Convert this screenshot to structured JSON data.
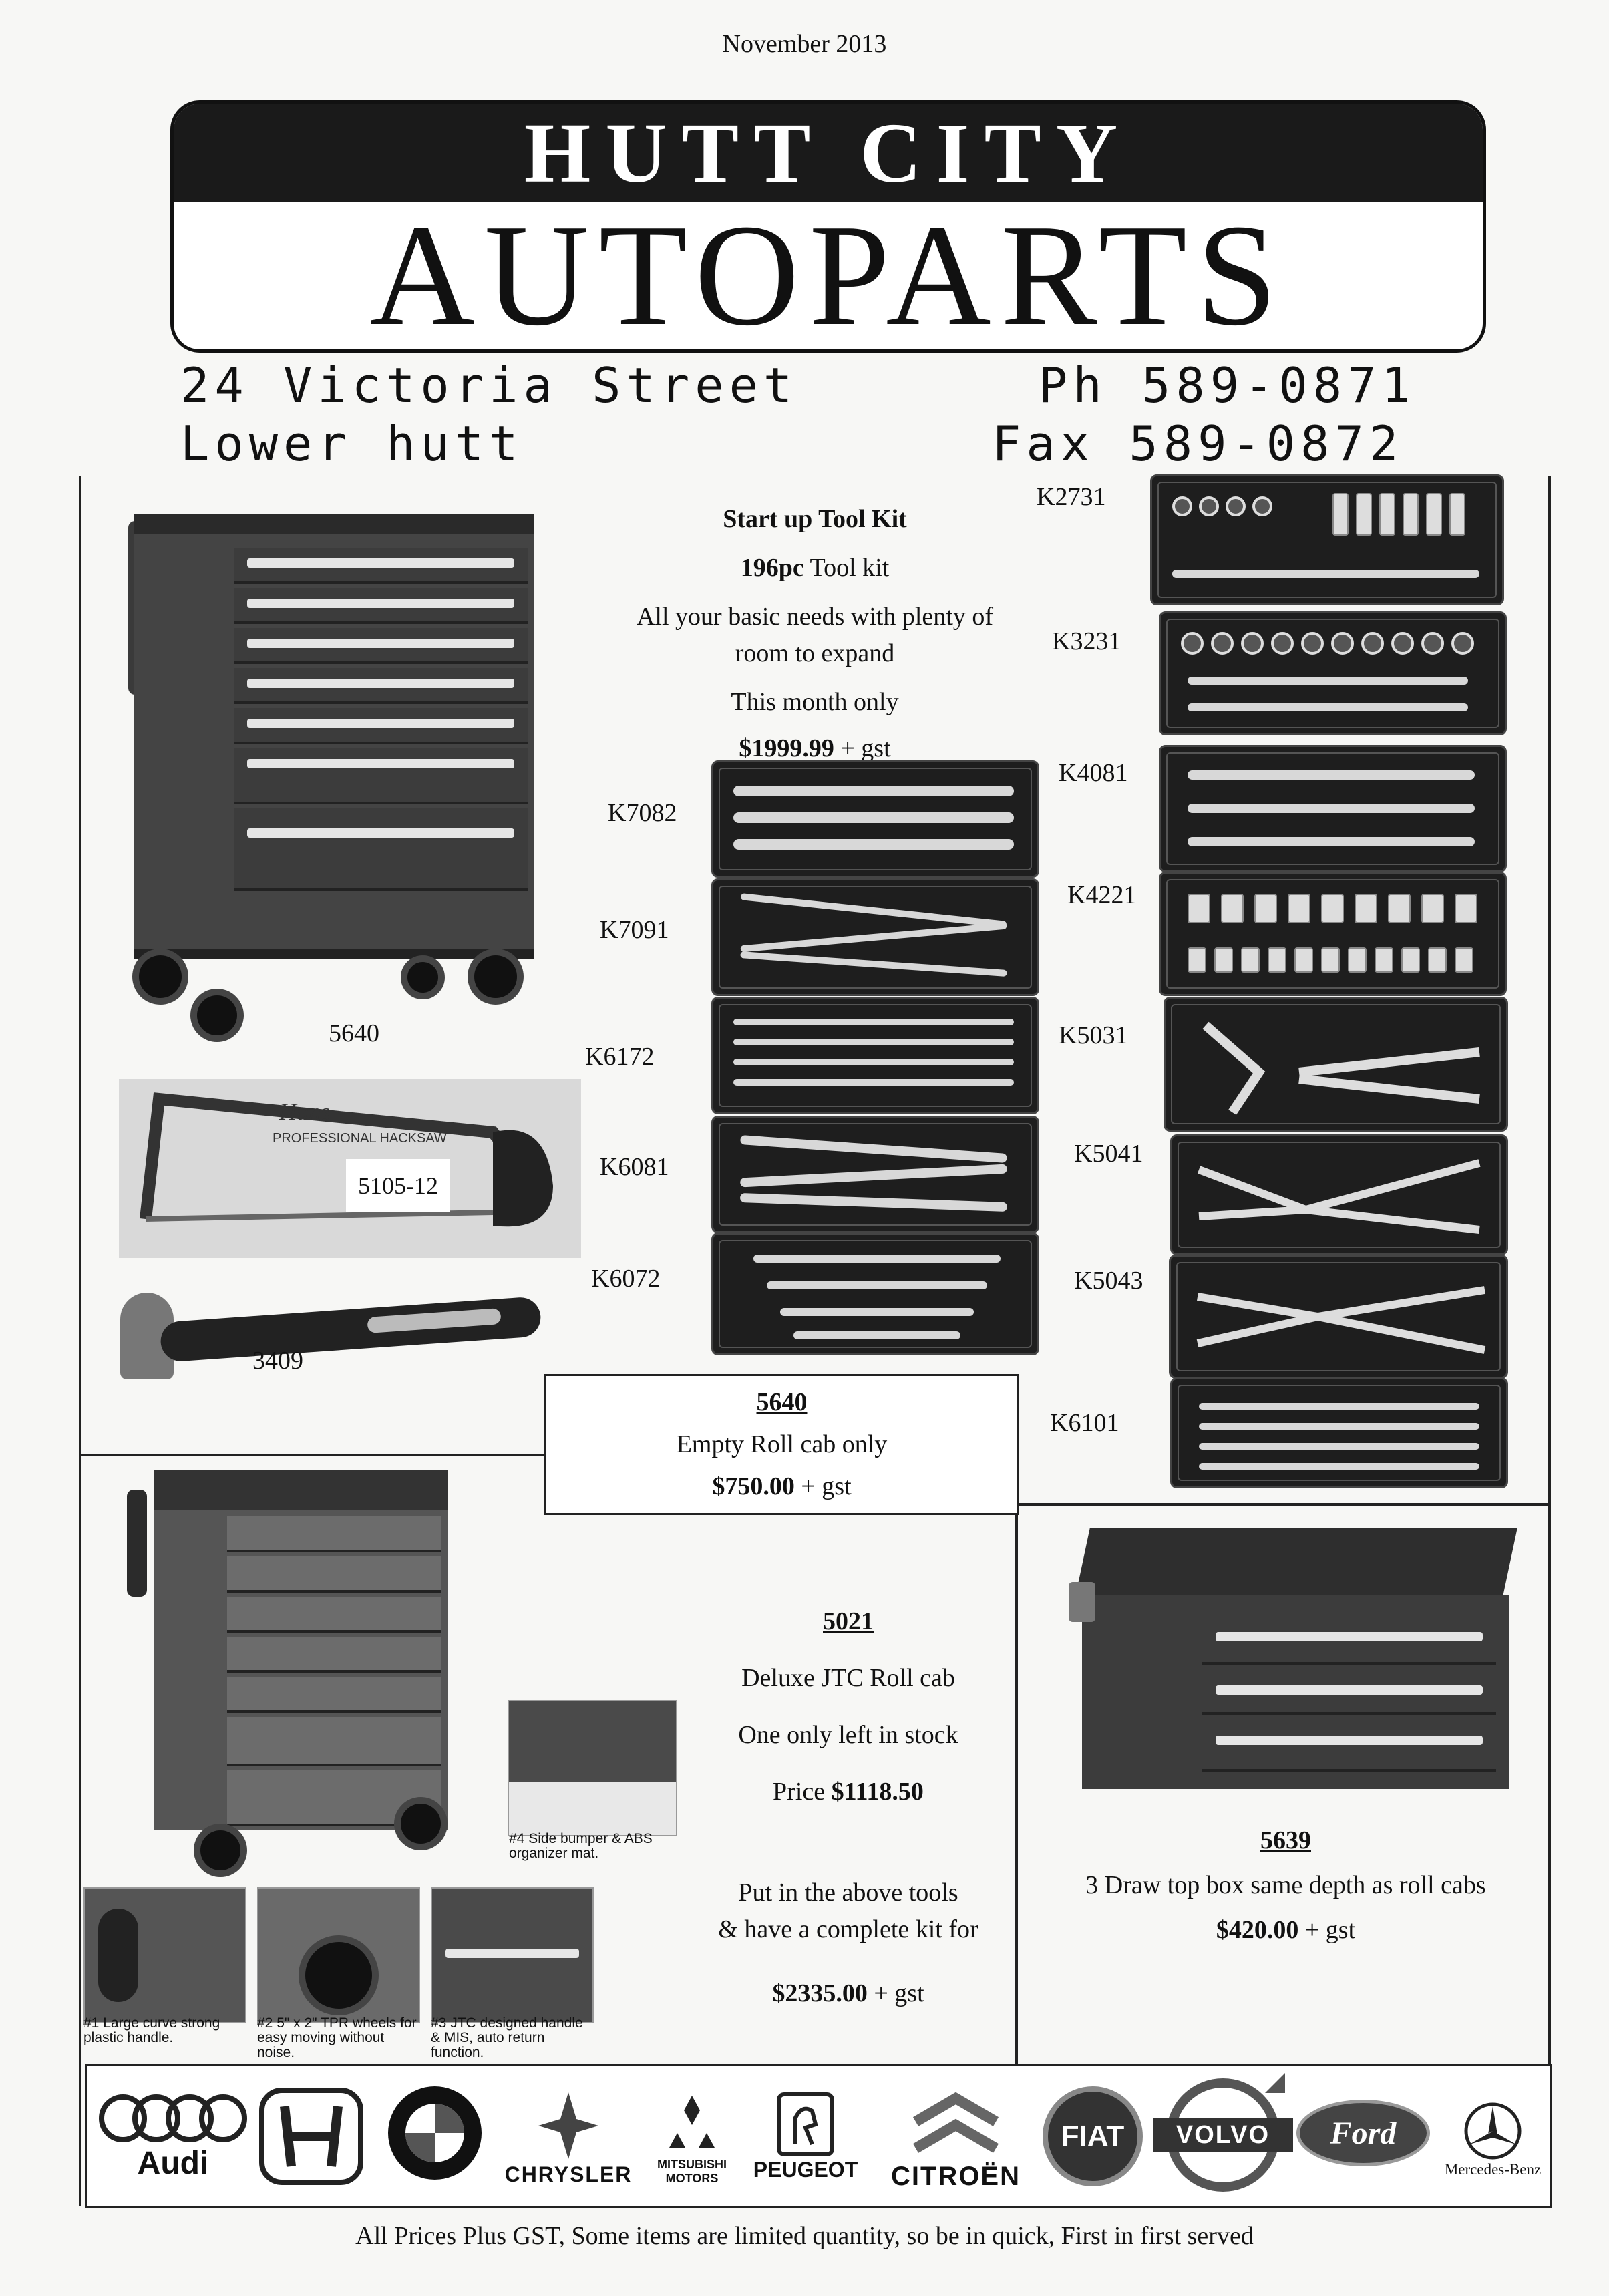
{
  "date": "November 2013",
  "brand": {
    "line1": "HUTT CITY",
    "line2": "AUTOPARTS"
  },
  "address": {
    "street": "24 Victoria Street",
    "city": "Lower hutt",
    "phone": "Ph 589-0871",
    "fax": "Fax 589-0872"
  },
  "promo": {
    "title": "Start up Tool Kit",
    "pieces": "196pc",
    "pieces_suffix": " Tool kit",
    "desc1": "All your basic needs with plenty of",
    "desc2": "room to expand",
    "month": "This month only",
    "price": "$1999.99",
    "gst": " + gst"
  },
  "left_labels": {
    "k7082": "K7082",
    "k7091": "K7091",
    "k6172": "K6172",
    "k6081": "K6081",
    "k6072": "K6072"
  },
  "right_labels": {
    "k2731": "K2731",
    "k3231": "K3231",
    "k4081": "K4081",
    "k4221": "K4221",
    "k5031": "K5031",
    "k5041": "K5041",
    "k5043": "K5043",
    "k6101": "K6101"
  },
  "items": {
    "cab": "5640",
    "saw": "5105-12",
    "hammer": "3409"
  },
  "saw_brand": {
    "name": "Hans",
    "text": "PROFESSIONAL HACKSAW"
  },
  "rollcab_5640": {
    "code": "5640",
    "desc": "Empty Roll cab only",
    "price": "$750.00",
    "gst": " + gst"
  },
  "rollcab_5021": {
    "code": "5021",
    "desc": "Deluxe JTC Roll cab",
    "stock": "One only left in stock",
    "price_label": "Price ",
    "price": "$1118.50",
    "combo1": "Put in the above tools",
    "combo2": "& have a complete kit for",
    "combo_price": "$2335.00",
    "gst": " + gst"
  },
  "features": {
    "f1": "#1 Large curve strong plastic handle.",
    "f2": "#2 5\" x 2\" TPR wheels for easy moving without noise.",
    "f3": "#3 JTC designed handle & MIS, auto return function.",
    "f4": "#4 Side bumper & ABS organizer mat."
  },
  "topbox_5639": {
    "code": "5639",
    "desc": "3 Draw top box same depth as roll cabs",
    "price": "$420.00",
    "gst": " + gst"
  },
  "brands": {
    "audi": "Audi",
    "chrysler": "CHRYSLER",
    "mitsubishi1": "MITSUBISHI",
    "mitsubishi2": "MOTORS",
    "peugeot": "PEUGEOT",
    "citroen": "CITROËN",
    "fiat": "FIAT",
    "volvo": "VOLVO",
    "ford": "Ford",
    "mercedes": "Mercedes-Benz"
  },
  "footer": "All Prices Plus GST,  Some items are limited quantity, so be in quick, First in first served"
}
